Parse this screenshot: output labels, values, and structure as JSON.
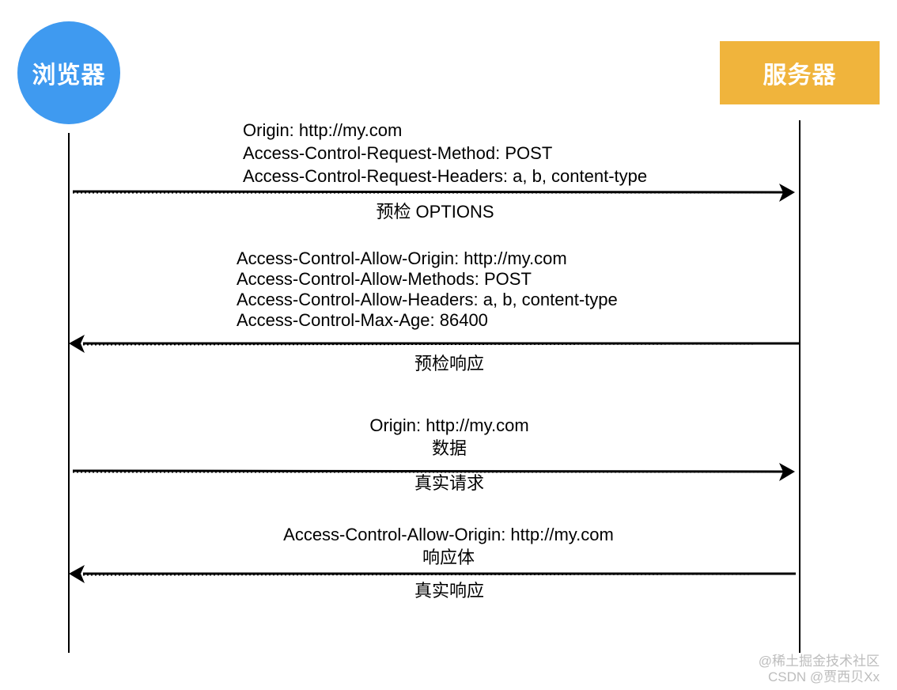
{
  "actors": {
    "browser": "浏览器",
    "server": "服务器"
  },
  "colors": {
    "browser": "#3f9af0",
    "server": "#f0b43c"
  },
  "messages": [
    {
      "direction": "browser-to-server",
      "headers": [
        "Origin: http://my.com",
        "Access-Control-Request-Method: POST",
        "Access-Control-Request-Headers: a, b, content-type"
      ],
      "label": "预检 OPTIONS"
    },
    {
      "direction": "server-to-browser",
      "headers": [
        "Access-Control-Allow-Origin: http://my.com",
        "Access-Control-Allow-Methods: POST",
        "Access-Control-Allow-Headers: a, b, content-type",
        "Access-Control-Max-Age: 86400"
      ],
      "label": "预检响应"
    },
    {
      "direction": "browser-to-server",
      "headers": [
        "Origin: http://my.com",
        "数据"
      ],
      "label": "真实请求"
    },
    {
      "direction": "server-to-browser",
      "headers": [
        "Access-Control-Allow-Origin: http://my.com",
        "响应体"
      ],
      "label": "真实响应"
    }
  ],
  "watermark": {
    "line1": "@稀土掘金技术社区",
    "line2": "CSDN @贾西贝Xx"
  }
}
